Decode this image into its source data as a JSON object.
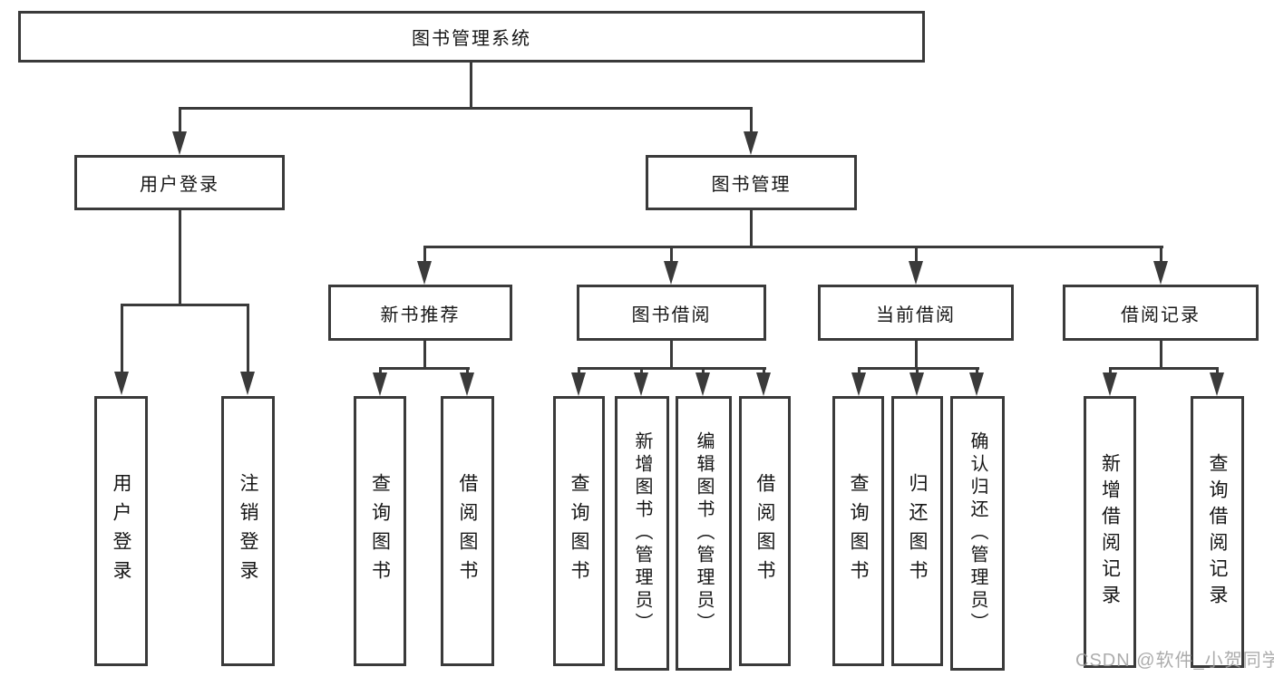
{
  "nodes": {
    "root": {
      "label": "图书管理系统"
    },
    "user_login": {
      "label": "用户登录"
    },
    "book_mgmt": {
      "label": "图书管理"
    },
    "new_books": {
      "label": "新书推荐"
    },
    "book_borrow": {
      "label": "图书借阅"
    },
    "current_borrow": {
      "label": "当前借阅"
    },
    "borrow_records": {
      "label": "借阅记录"
    },
    "leaf_user_login": {
      "label": "用户登录"
    },
    "leaf_logout": {
      "label": "注销登录"
    },
    "leaf_nb_query": {
      "label": "查询图书"
    },
    "leaf_nb_borrow": {
      "label": "借阅图书"
    },
    "leaf_bb_query": {
      "label": "查询图书"
    },
    "leaf_bb_add": {
      "label": "新增图书（管理员）"
    },
    "leaf_bb_edit": {
      "label": "编辑图书（管理员）"
    },
    "leaf_bb_borrow": {
      "label": "借阅图书"
    },
    "leaf_cb_query": {
      "label": "查询图书"
    },
    "leaf_cb_return": {
      "label": "归还图书"
    },
    "leaf_cb_confirm": {
      "label": "确认归还（管理员）"
    },
    "leaf_rec_add": {
      "label": "新增借阅记录"
    },
    "leaf_rec_query": {
      "label": "查询借阅记录"
    }
  },
  "watermark": {
    "text": "CSDN @软件_小贺同学"
  },
  "colors": {
    "line": "#3a3a3a",
    "text": "#161616",
    "watermark": "#9e9e9e",
    "background": "#ffffff"
  }
}
